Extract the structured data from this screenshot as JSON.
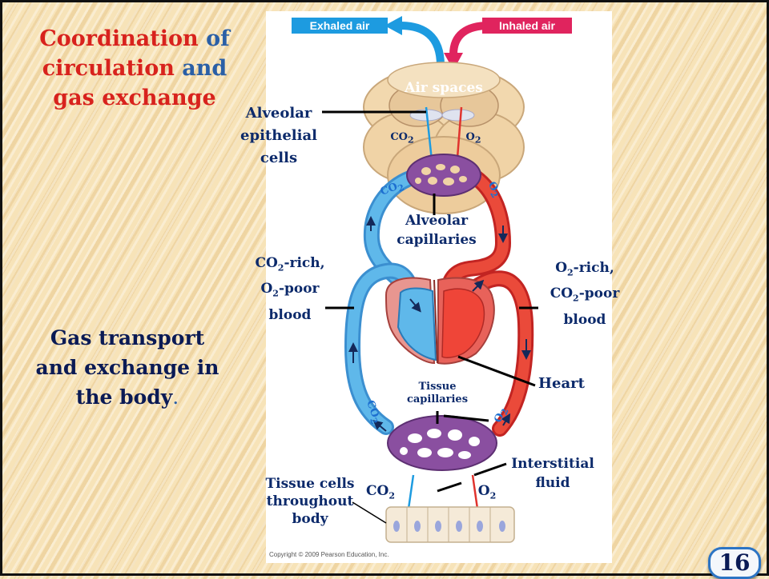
{
  "slide": {
    "title_1": "Coordination",
    "title_2": "of",
    "title_3": "circulation",
    "title_4": "and",
    "title_5": "gas exchange",
    "subtitle": "Gas transport and exchange in the body",
    "subtitle_end": ".",
    "slide_number": "16"
  },
  "diagram": {
    "exhaled_air": "Exhaled air",
    "inhaled_air": "Inhaled air",
    "air_spaces": "Air spaces",
    "alveolar_epithelial": "Alveolar epithelial cells",
    "alveolar_capillaries": "Alveolar capillaries",
    "co2_rich": [
      "CO",
      "-rich,",
      "O",
      "-poor",
      "blood"
    ],
    "o2_rich": [
      "O",
      "-rich,",
      "CO",
      "-poor",
      "blood"
    ],
    "heart": "Heart",
    "tissue_capillaries": "Tissue capillaries",
    "interstitial_fluid": "Interstitial fluid",
    "tissue_cells": "Tissue cells throughout body",
    "co": "CO",
    "o": "O",
    "sub2": "2",
    "copyright": "Copyright © 2009 Pearson Education, Inc."
  },
  "colors": {
    "title_red": "#d8221d",
    "title_blue": "#2a5fa6",
    "label_navy": "#0c2a6b",
    "oxygen_poor": "#4aa9e4",
    "oxygen_rich": "#e0332e",
    "capillary": "#8a4fa0"
  }
}
